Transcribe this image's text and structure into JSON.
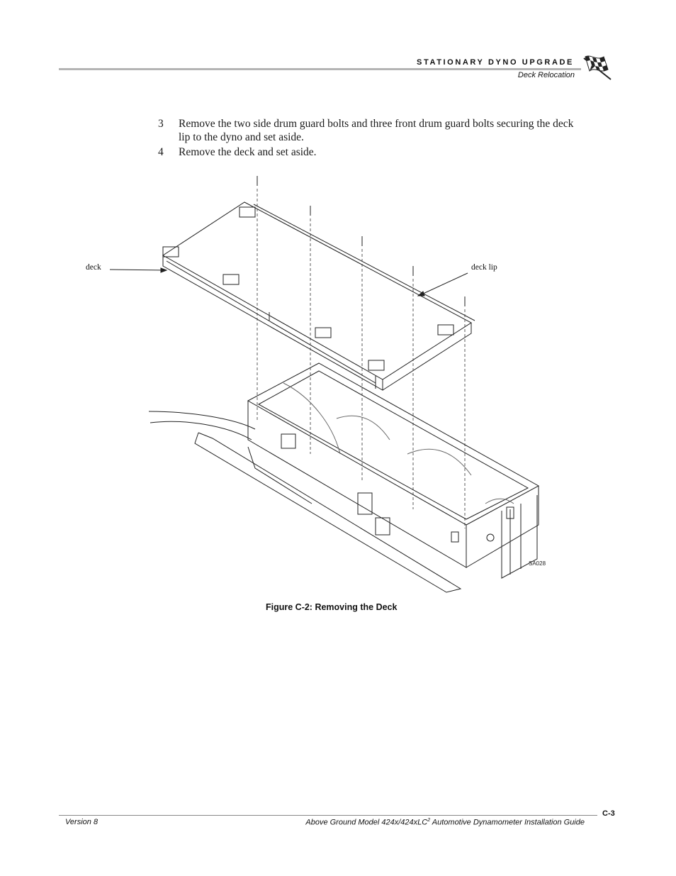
{
  "header": {
    "section_title": "STATIONARY DYNO UPGRADE",
    "section_subtitle": "Deck Relocation",
    "logo_icon": "checkered-flag-icon"
  },
  "steps": [
    {
      "number": "3",
      "text": "Remove the two side drum guard bolts and three front drum guard bolts securing the deck lip to the dyno and set aside."
    },
    {
      "number": "4",
      "text": "Remove the deck and set aside."
    }
  ],
  "figure": {
    "label_deck": "deck",
    "label_deck_lip": "deck lip",
    "drawing_code": "SA028",
    "caption": "Figure C-2: Removing the Deck"
  },
  "footer": {
    "version": "Version 8",
    "guide_title_pre": "Above Ground Model 424x/424xLC",
    "guide_title_sup": "2",
    "guide_title_post": " Automotive Dynamometer Installation Guide",
    "page_number": "C-3"
  }
}
